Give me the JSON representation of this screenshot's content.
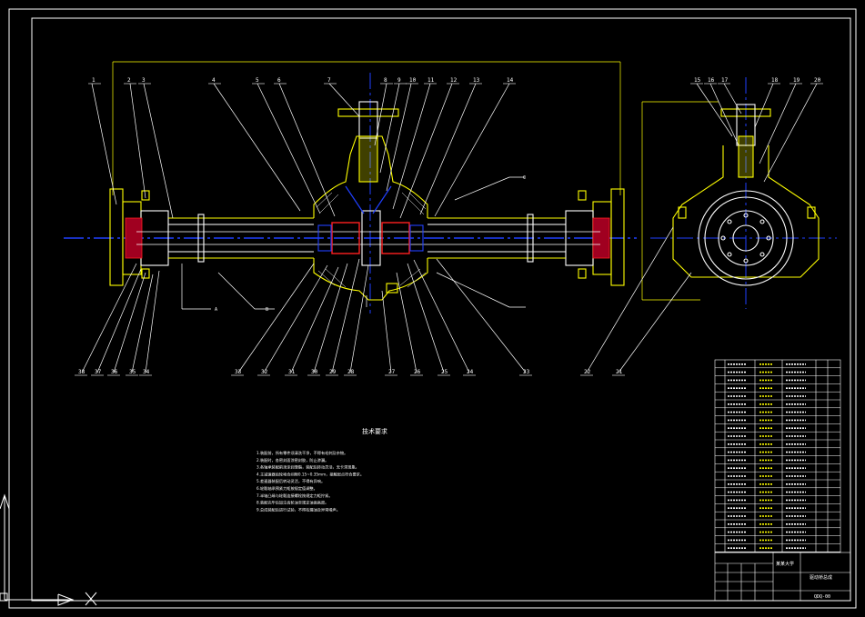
{
  "callouts_top": [
    "1",
    "2",
    "3",
    "4",
    "5",
    "6",
    "7",
    "8",
    "9",
    "10",
    "11",
    "12",
    "13",
    "14"
  ],
  "callouts_top_right": [
    "15",
    "16",
    "17",
    "18",
    "19",
    "20"
  ],
  "callouts_bottom": [
    "38",
    "37",
    "36",
    "35",
    "34",
    "33",
    "32",
    "31",
    "30",
    "29",
    "28",
    "27",
    "26",
    "25",
    "24",
    "23",
    "22",
    "21"
  ],
  "section_marks": {
    "a": "A",
    "b": "B",
    "c": "C"
  },
  "notes_title": "技术要求",
  "notes": [
    "1.装配前，所有零件须清洗干净，不得有毛刺及杂物。",
    "2.装配时，各密封面涂密封胶，防止渗漏。",
    "3.各轴承装配前须涂润滑脂，装配后转动灵活，无卡滞现象。",
    "4.主减速器齿轮啮合间隙0.15~0.35mm，接触斑点符合要求。",
    "5.差速器装配后转动灵活，不得有异响。",
    "6.轮毂轴承预紧力矩按规定值调整。",
    "7.半轴凸缘与轮毂连接螺栓按规定力矩拧紧。",
    "8.装配完毕后加注齿轮油至规定油面高度。",
    "9.总成装配后进行试验，不得有漏油及异常噪声。"
  ],
  "title_block": {
    "drawing_title": "驱动桥总成",
    "drawing_no": "QDQ-00",
    "school": "某某大学"
  },
  "colors": {
    "accent": "#ffff00",
    "white": "#ffffff",
    "red": "#ff2020",
    "blue": "#2040ff",
    "frame": "#ffffff"
  }
}
